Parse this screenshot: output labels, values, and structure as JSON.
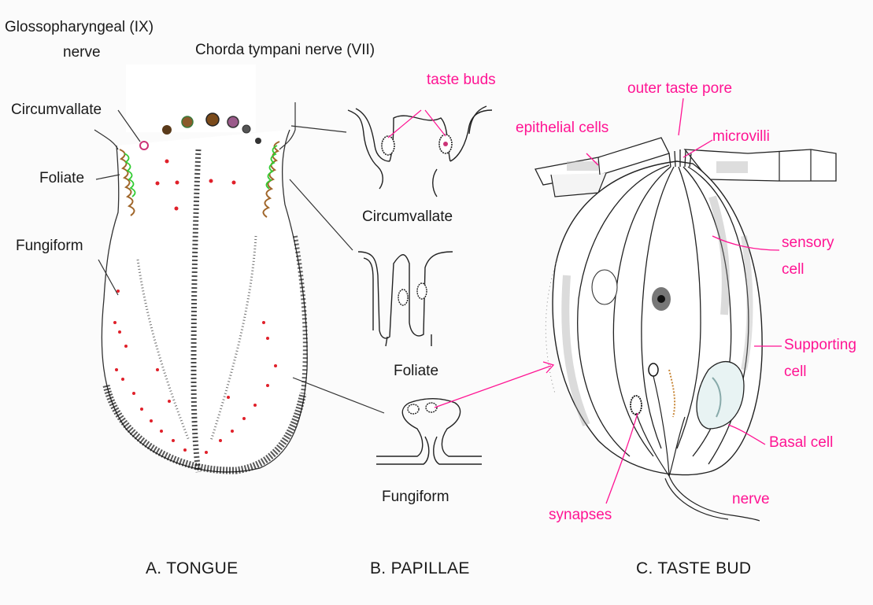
{
  "colors": {
    "ink": "#1a1a1a",
    "accent_pink": "#ff1493",
    "taste_dot_red": "#e0202a",
    "papilla_brown": "#a0662a",
    "papilla_green": "#33cc33"
  },
  "tongue": {
    "glossopharyngeal_label": "Glossopharyngeal (IX)",
    "glossopharyngeal_label_line2": "nerve",
    "chorda_tympani_label": "Chorda tympani nerve (VII)",
    "circumvallate_label": "Circumvallate",
    "foliate_label": "Foliate",
    "fungiform_label": "Fungiform",
    "section_label": "A.  TONGUE"
  },
  "papillae": {
    "taste_buds_label": "taste buds",
    "circumvallate_label": "Circumvallate",
    "foliate_label": "Foliate",
    "fungiform_label": "Fungiform",
    "section_label": "B. PAPILLAE"
  },
  "taste_bud": {
    "outer_taste_pore_label": "outer taste pore",
    "epithelial_cells_label": "epithelial cells",
    "microvilli_label": "microvilli",
    "sensory_cell_label": "sensory",
    "sensory_cell_label_line2": "cell",
    "supporting_cell_label": "Supporting",
    "supporting_cell_label_line2": "cell",
    "basal_cell_label": "Basal cell",
    "synapses_label": "synapses",
    "nerve_label": "nerve",
    "section_label": "C. TASTE BUD"
  }
}
